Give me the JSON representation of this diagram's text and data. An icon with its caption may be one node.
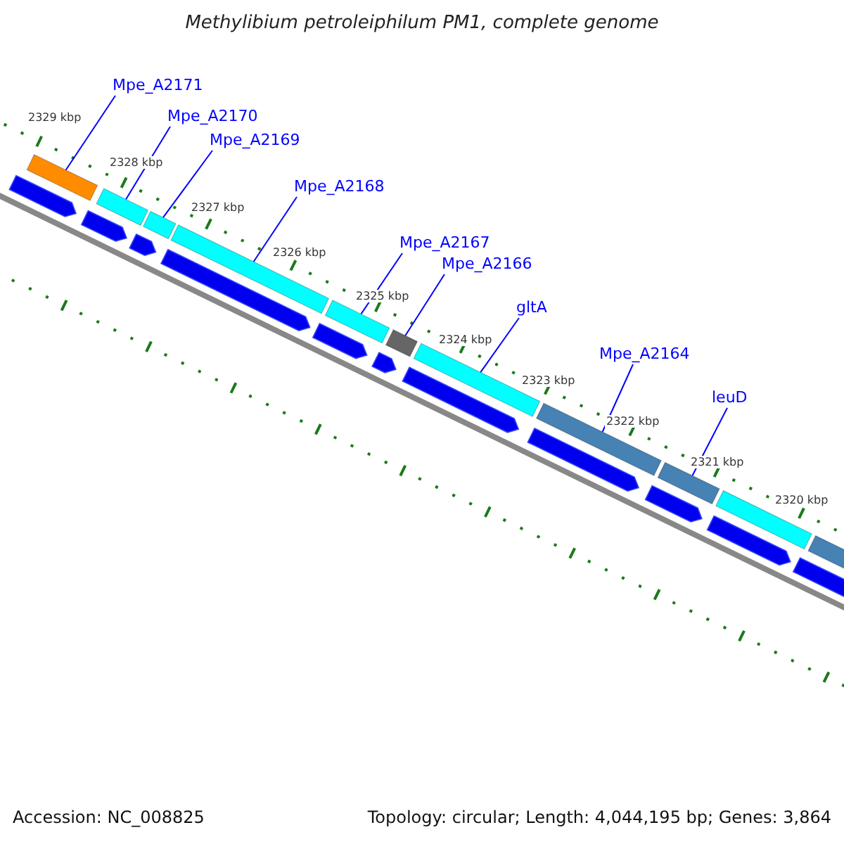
{
  "diagram": {
    "title": "Methylibium petroleiphilum PM1, complete genome",
    "nodes": [
      {
        "text": [
          "Mpe_A2171"
        ]
      },
      {
        "text": [
          "Mpe_A2170"
        ]
      },
      {
        "text": [
          "Mpe_A2169"
        ]
      },
      {
        "text": [
          "Mpe_A2168"
        ]
      },
      {
        "text": [
          "Mpe_A2167"
        ]
      },
      {
        "text": [
          "Mpe_A2166"
        ]
      },
      {
        "text": [
          "gltA"
        ]
      },
      {
        "text": [
          "Mpe_A2164"
        ]
      },
      {
        "text": [
          "leuD"
        ]
      },
      {
        "text": [],
        "shape": "bar"
      },
      {
        "text": [],
        "shape": "bar"
      },
      {
        "text": [],
        "shape": "bar"
      },
      {
        "text": [],
        "shape": "bar"
      },
      {
        "text": [],
        "shape": "bar"
      },
      {
        "text": [],
        "shape": "bar"
      },
      {
        "text": [],
        "shape": "bar"
      },
      {
        "text": [],
        "shape": "bar"
      },
      {
        "text": [],
        "shape": "bar"
      },
      {
        "text": [],
        "shape": "bar"
      },
      {
        "text": [],
        "shape": "bar"
      },
      {
        "text": [],
        "shape": "bar"
      },
      {
        "text": [],
        "shape": "bar"
      },
      {
        "text": [],
        "shape": "bar"
      },
      {
        "text": [],
        "shape": "bar"
      },
      {
        "text": [],
        "shape": "bar"
      },
      {
        "text": [],
        "shape": "bar"
      },
      {
        "text": [],
        "shape": "bar"
      },
      {
        "text": [],
        "shape": "bar"
      },
      {
        "text": [],
        "shape": "bar"
      },
      {
        "text": [],
        "shape": "bar"
      },
      {
        "text": [],
        "shape": "bar"
      }
    ],
    "edges": [
      {
        "from": 0,
        "to": 9,
        "arrow": "none"
      },
      {
        "from": 1,
        "to": 10,
        "arrow": "none"
      },
      {
        "from": 2,
        "to": 11,
        "arrow": "none"
      },
      {
        "from": 3,
        "to": 12,
        "arrow": "none"
      },
      {
        "from": 4,
        "to": 13,
        "arrow": "none"
      },
      {
        "from": 5,
        "to": 14,
        "arrow": "none"
      },
      {
        "from": 6,
        "to": 15,
        "arrow": "none"
      },
      {
        "from": 7,
        "to": 16,
        "arrow": "none"
      },
      {
        "from": 8,
        "to": 17,
        "arrow": "none"
      }
    ],
    "labels": [
      "2329 kbp",
      "2328 kbp",
      "2327 kbp",
      "2326 kbp",
      "2325 kbp",
      "2324 kbp",
      "2323 kbp",
      "2322 kbp",
      "2321 kbp",
      "2320 kbp",
      "Accession: NC_008825",
      "Topology: circular; Length: 4,044,195 bp; Genes: 3,864"
    ]
  }
}
